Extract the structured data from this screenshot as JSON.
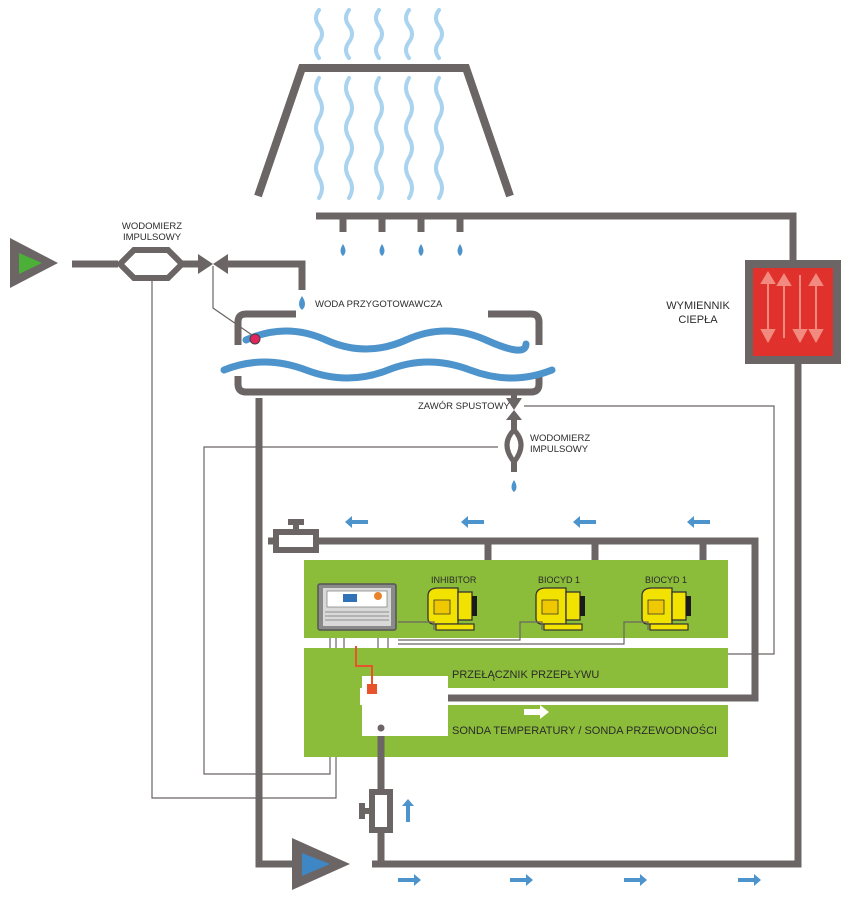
{
  "labels": {
    "water_meter_top": [
      "WODOMIERZ",
      "IMPULSOWY"
    ],
    "makeup_water": "WODA PRZYGOTOWAWCZA",
    "heat_exchanger": [
      "WYMIENNIK",
      "CIEPŁA"
    ],
    "drain_valve": "ZAWÓR SPUSTOWY",
    "water_meter_drain": [
      "WODOMIERZ",
      "IMPULSOWY"
    ],
    "pump_inhibitor": "INHIBITOR",
    "pump_biocide_1": "BIOCYD 1",
    "pump_biocide_2": "BIOCYD 1",
    "flow_switch": "PRZEŁĄCZNIK PRZEPŁYWU",
    "sensors": "SONDA TEMPERATURY / SONDA PRZEWODNOŚCI"
  },
  "colors": {
    "pipe": "#6b6565",
    "water": "#4d93cc",
    "panel_green": "#8bbd3a",
    "exchanger_red": "#e0312c",
    "pump_yellow": "#f2e200",
    "inlet_triangle": "#4caf38",
    "circulation_pump": "#3f87c4",
    "probe_orange": "#e8532b",
    "level_sensor": "#e0245e"
  },
  "icons": {
    "inlet": "triangle-pump-icon",
    "meter": "water-meter-icon",
    "valve": "valve-icon",
    "exchanger": "heat-exchanger-icon",
    "dosing_pump": "dosing-pump-icon",
    "controller": "controller-icon",
    "flow_arrow": "flow-arrow-icon"
  }
}
